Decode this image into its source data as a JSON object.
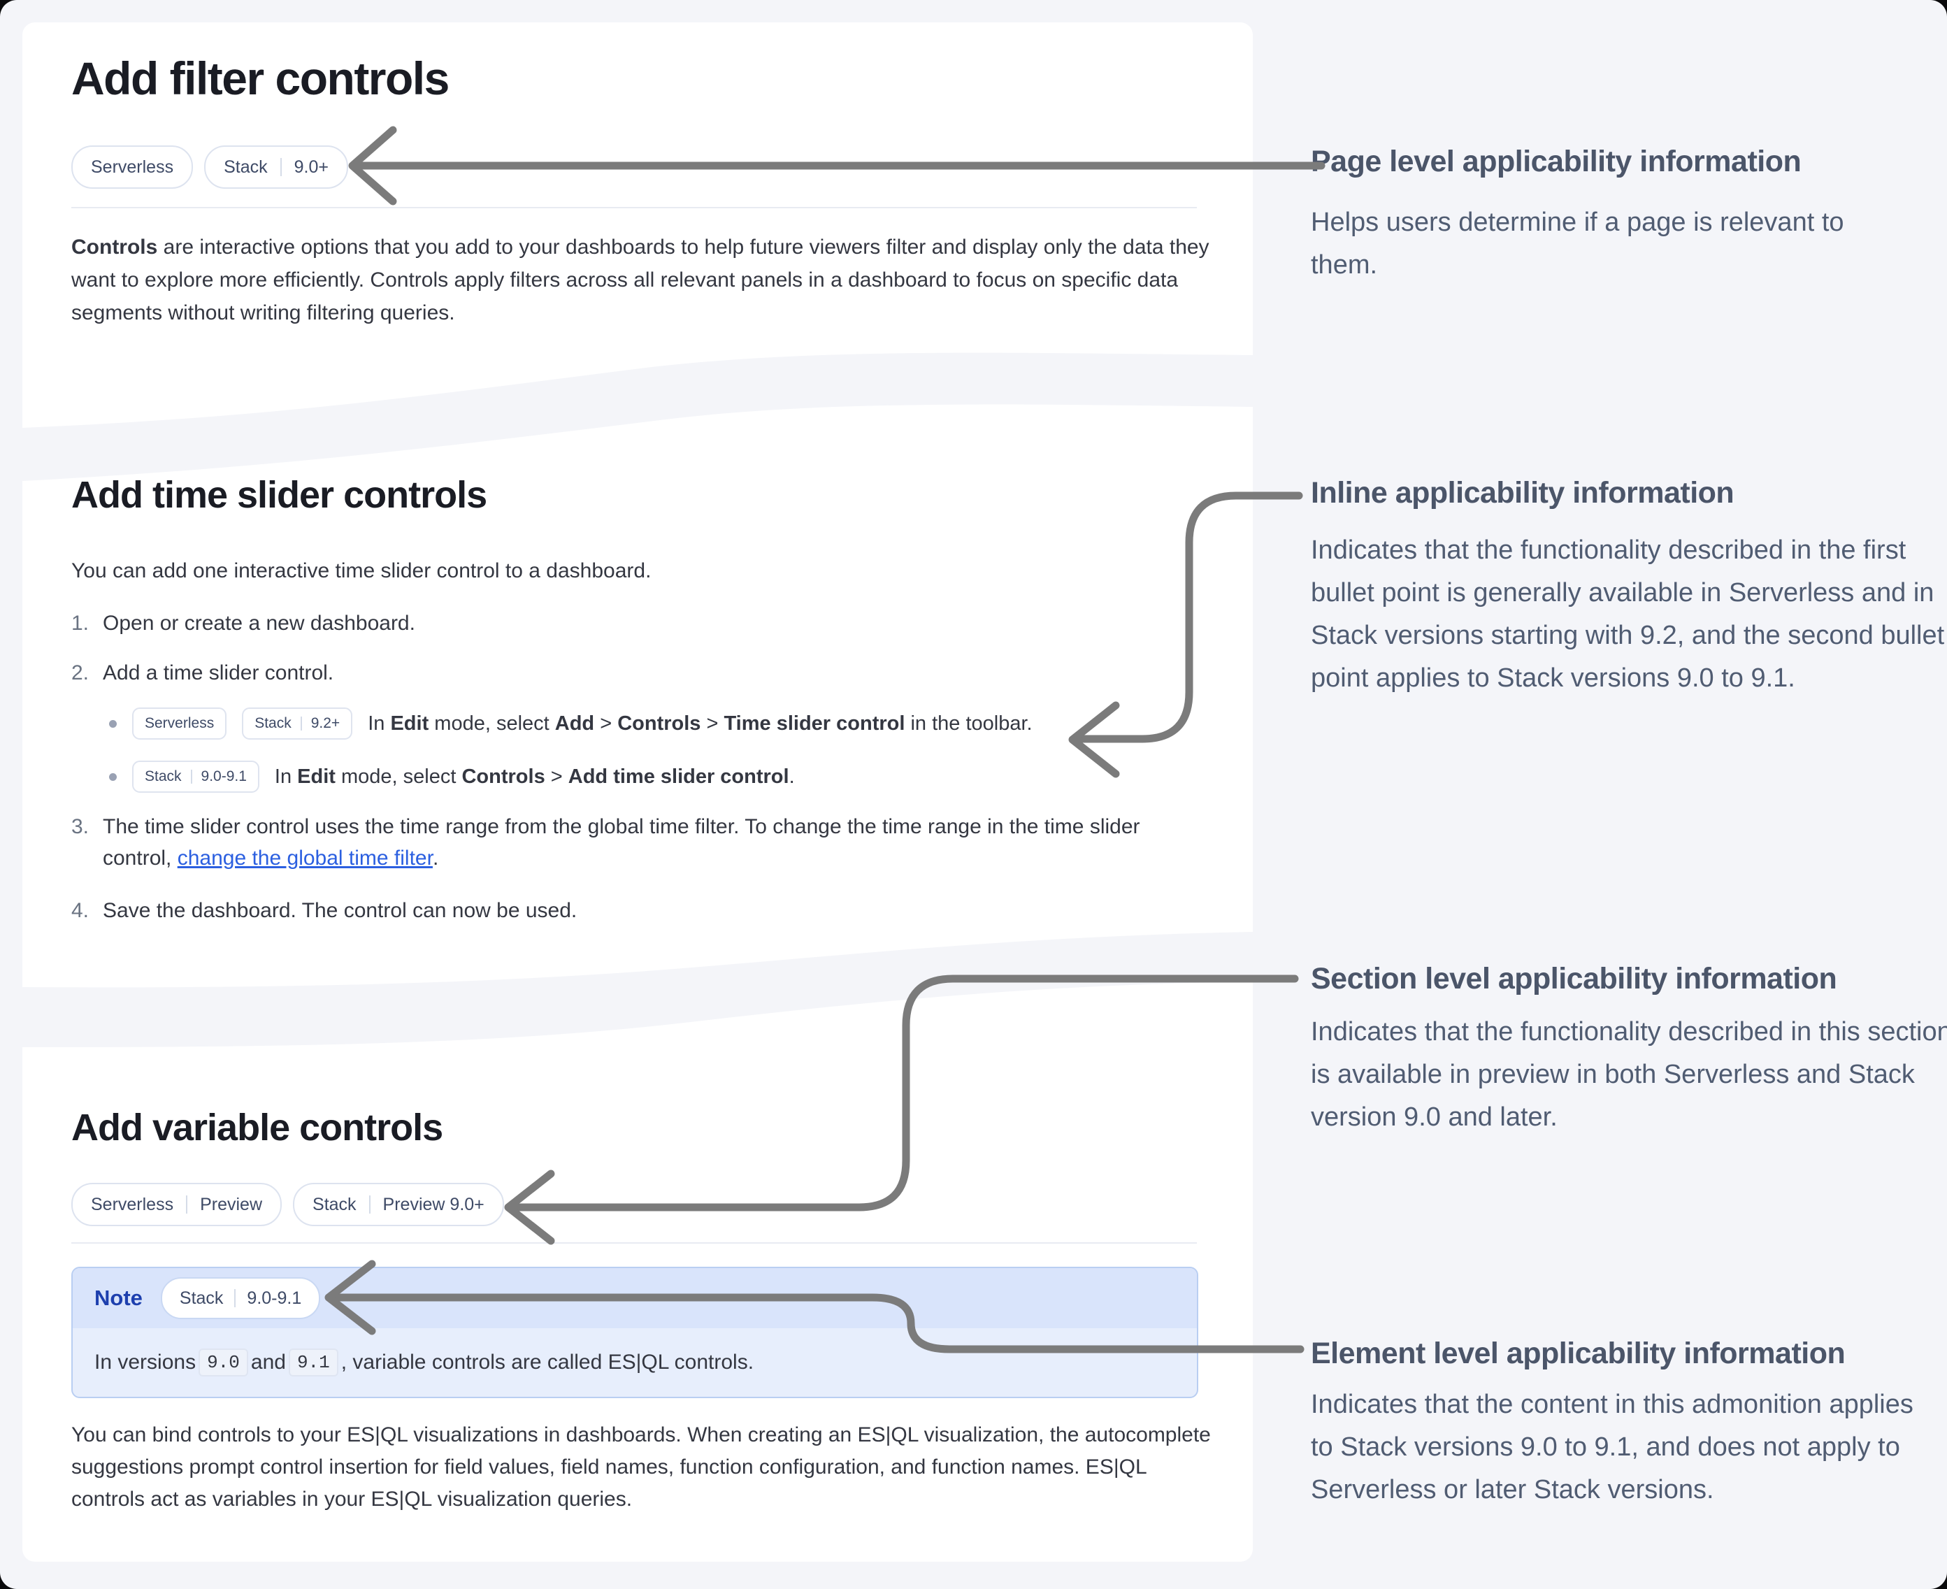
{
  "colors": {
    "background": "#f4f5f9",
    "card": "#ffffff",
    "arrow": "#7b7b7b",
    "link_blue": "#2b5fe0",
    "note_header_bg": "#d9e4fb",
    "note_body_bg": "#e7eefc",
    "note_title_blue": "#1d3fae",
    "annotation_text": "#505c72"
  },
  "c1": {
    "title": "Add filter controls",
    "badge1": "Serverless",
    "badge2a": "Stack",
    "badge2b": "9.0+",
    "p_bold": "Controls",
    "p_rest": " are interactive options that you add to your dashboards to help future viewers filter and display only the data they want to explore more efficiently. Controls apply filters across all relevant panels in a dashboard to focus on specific data segments without writing filtering queries."
  },
  "c2": {
    "title": "Add time slider controls",
    "intro": "You can add one interactive time slider control to a dashboard.",
    "s1n": "1.",
    "s1": "Open or create a new dashboard.",
    "s2n": "2.",
    "s2": "Add a time slider control.",
    "b1_badge1": "Serverless",
    "b1_badge2a": "Stack",
    "b1_badge2b": "9.2+",
    "b1_t1": "In ",
    "b1_b1": "Edit",
    "b1_t2": " mode, select ",
    "b1_b2": "Add",
    "b1_t3": " > ",
    "b1_b3": "Controls",
    "b1_t4": " > ",
    "b1_b4": "Time slider control",
    "b1_t5": " in the toolbar.",
    "b2_badge1a": "Stack",
    "b2_badge1b": "9.0-9.1",
    "b2_t1": "In ",
    "b2_b1": "Edit",
    "b2_t2": " mode, select ",
    "b2_b2": "Controls",
    "b2_t3": " > ",
    "b2_b3": "Add time slider control",
    "b2_t4": ".",
    "s3n": "3.",
    "s3a": "The time slider control uses the time range from the global time filter. To change the time range in the time slider control, ",
    "s3link": "change the global time filter",
    "s3b": ".",
    "s4n": "4.",
    "s4": "Save the dashboard. The control can now be used."
  },
  "c3": {
    "title": "Add variable controls",
    "badge1a": "Serverless",
    "badge1b": "Preview",
    "badge2a": "Stack",
    "badge2b": "Preview  9.0+",
    "note_label": "Note",
    "note_badge_a": "Stack",
    "note_badge_b": "9.0-9.1",
    "note_t1": "In versions ",
    "note_code1": "9.0",
    "note_t2": " and ",
    "note_code2": "9.1",
    "note_t3": ", variable controls are called ES|QL controls.",
    "p": "You can bind controls to your ES|QL visualizations in dashboards. When creating an ES|QL visualization, the autocomplete suggestions prompt control insertion for field values, field names, function configuration, and function names. ES|QL controls act as variables in your ES|QL visualization queries."
  },
  "annotations": {
    "page": {
      "heading": "Page level applicability information",
      "body": "Helps users determine if a page is relevant to them."
    },
    "inline": {
      "heading": "Inline applicability information",
      "body": "Indicates that the functionality described in the first bullet point is generally available in Serverless and in Stack versions starting with 9.2, and the second bullet point applies to Stack versions 9.0 to 9.1."
    },
    "section": {
      "heading": "Section level applicability information",
      "body": "Indicates that the functionality described in this section is available in preview in both Serverless and Stack version 9.0 and later."
    },
    "element": {
      "heading": "Element level applicability information",
      "body": "Indicates that the content in this admonition applies to Stack versions 9.0 to 9.1, and does not apply to Serverless or later Stack versions."
    }
  }
}
